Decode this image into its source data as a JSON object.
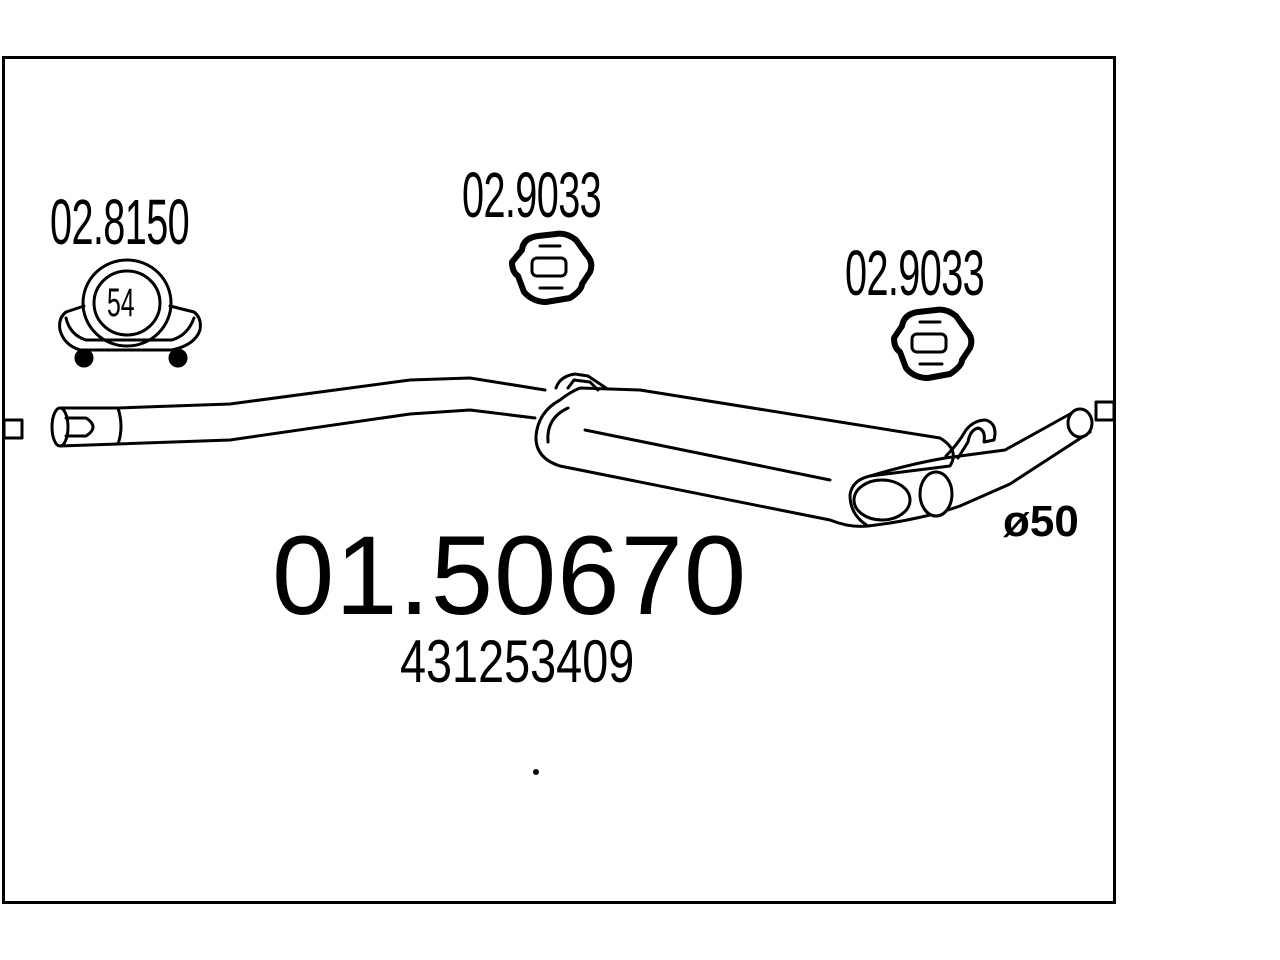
{
  "part_number": "01.50670",
  "oe_number": "431253409",
  "pipe_diameter": "ø50",
  "accessories": [
    {
      "code": "02.8150",
      "type": "clamp",
      "size": "54"
    },
    {
      "code": "02.9033",
      "type": "rubber-mount"
    },
    {
      "code": "02.9033",
      "type": "rubber-mount"
    }
  ],
  "colors": {
    "line": "#000000",
    "background": "#ffffff"
  }
}
